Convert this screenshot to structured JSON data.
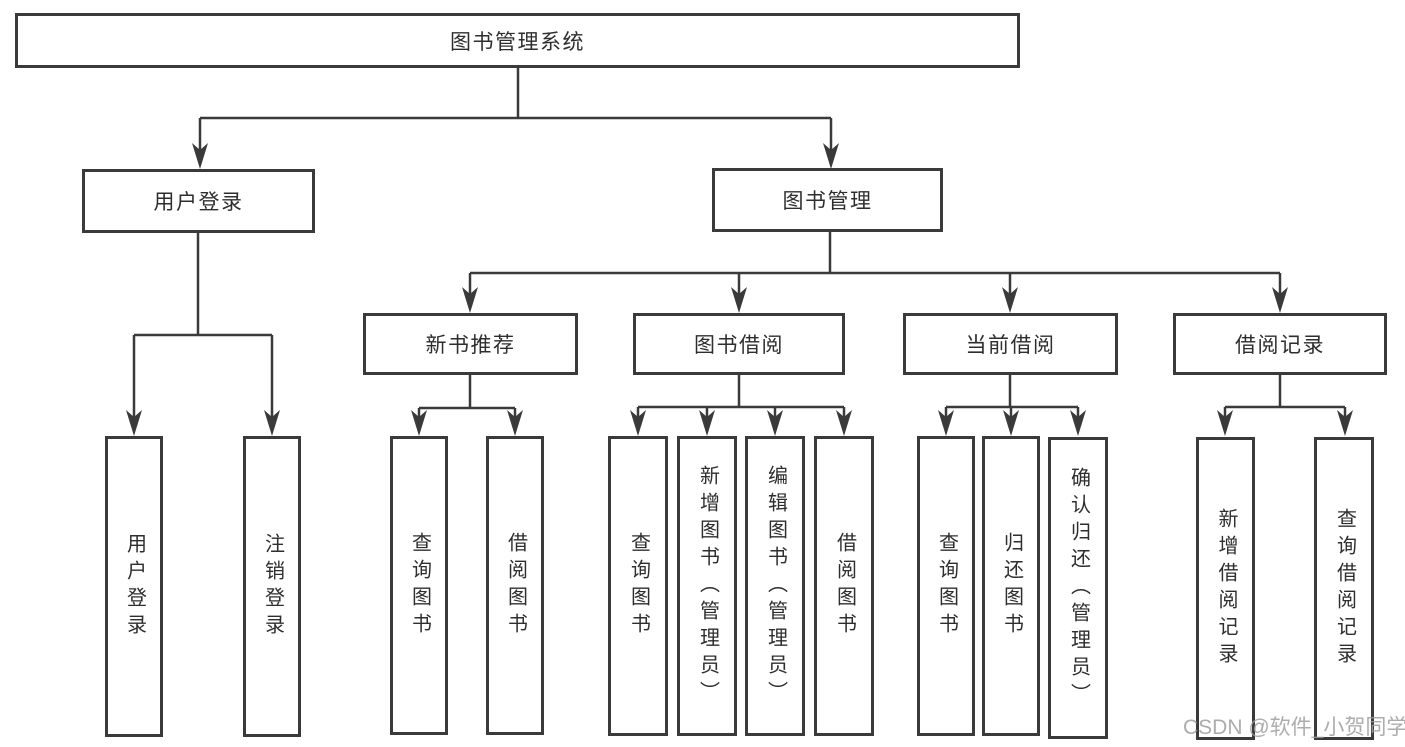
{
  "diagram": {
    "root": "图书管理系统",
    "branches": [
      {
        "label": "用户登录",
        "children": [
          "用户登录",
          "注销登录"
        ]
      },
      {
        "label": "图书管理",
        "sections": [
          {
            "label": "新书推荐",
            "children": [
              "查询图书",
              "借阅图书"
            ]
          },
          {
            "label": "图书借阅",
            "children": [
              "查询图书",
              "新增图书（管理员）",
              "编辑图书（管理员）",
              "借阅图书"
            ]
          },
          {
            "label": "当前借阅",
            "children": [
              "查询图书",
              "归还图书",
              "确认归还（管理员）"
            ]
          },
          {
            "label": "借阅记录",
            "children": [
              "新增借阅记录",
              "查询借阅记录"
            ]
          }
        ]
      }
    ]
  },
  "watermark": "CSDN @软件_小贺同学",
  "colors": {
    "line": "#3a3a3a",
    "text": "#2e2e2e",
    "watermark": "#9e9e9e",
    "background": "#ffffff"
  }
}
